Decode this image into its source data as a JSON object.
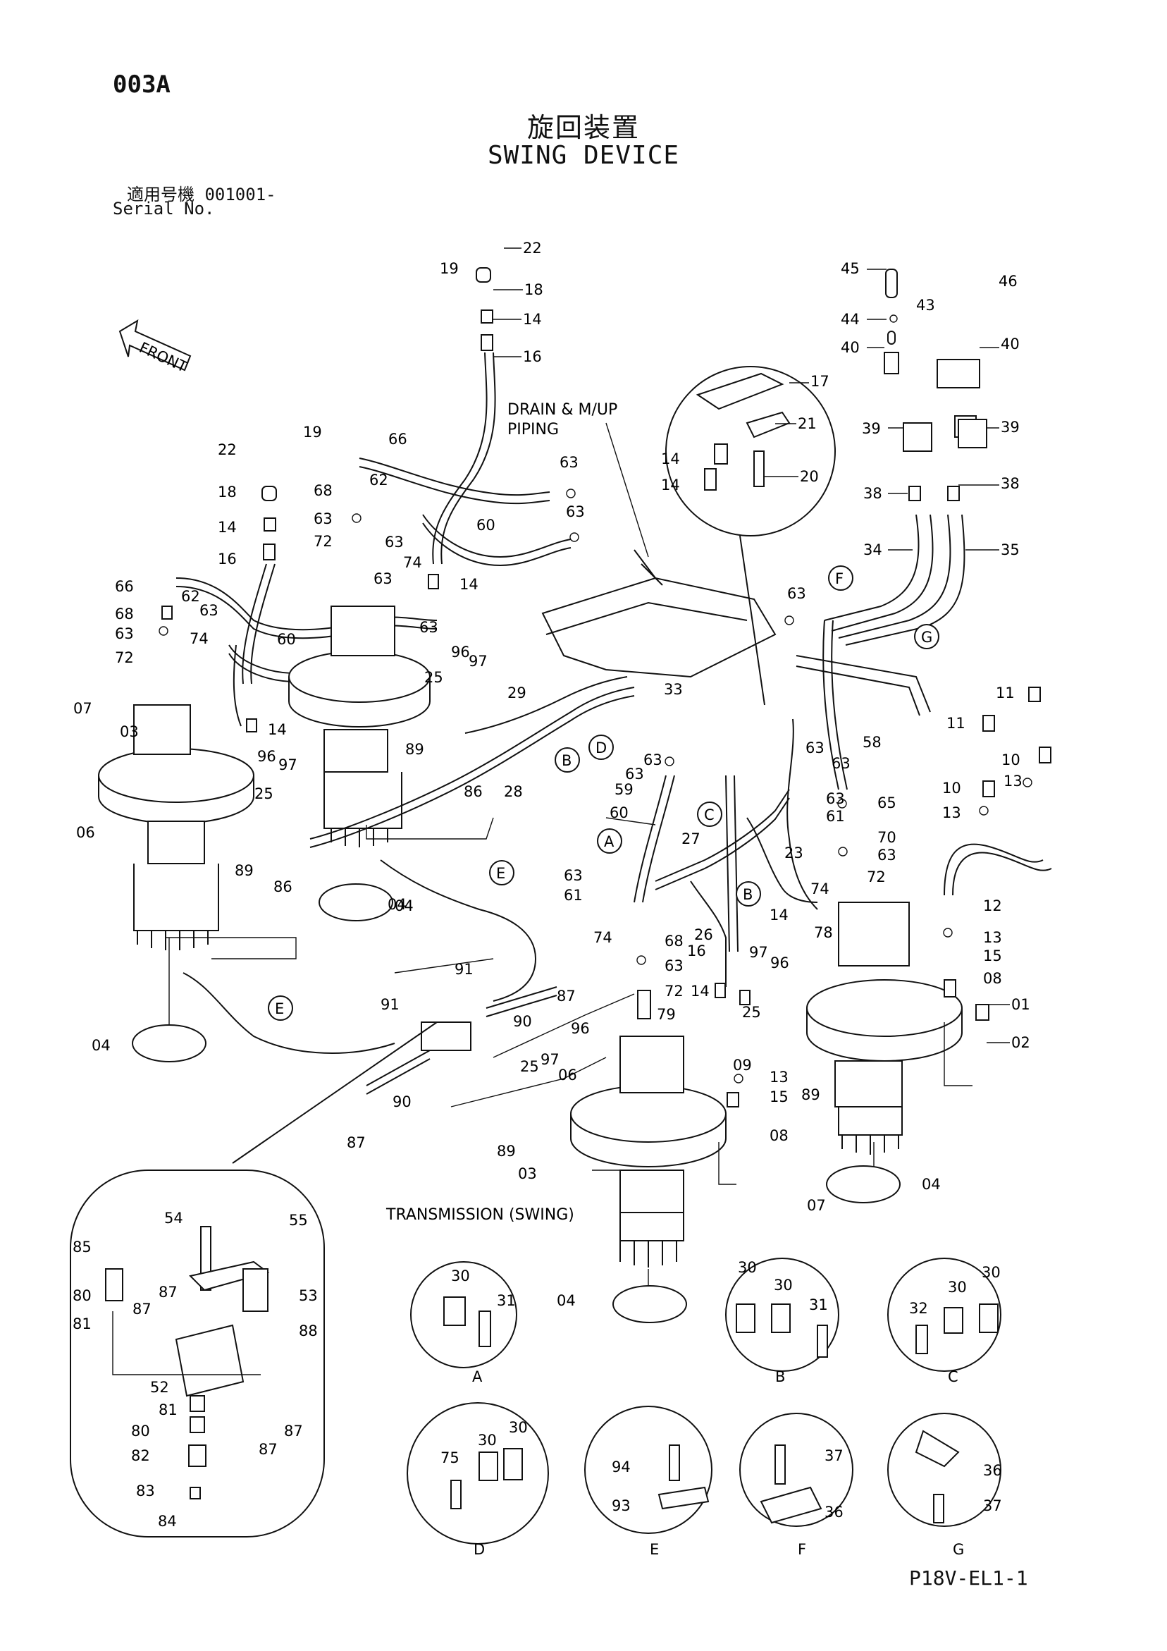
{
  "header": {
    "page_code": "003A",
    "title_jp": "旋回装置",
    "title_en": "SWING DEVICE",
    "serial_jp": "適用号機  001001-",
    "serial_en": "Serial No."
  },
  "notes": {
    "front": "FRONT",
    "drain_line1": "DRAIN & M/UP",
    "drain_line2": "PIPING",
    "transmission": "TRANSMISSION (SWING)"
  },
  "footer": {
    "doc_code": "P18V-EL1-1"
  },
  "part_labels": {
    "p01": "01",
    "p02": "02",
    "p03": "03",
    "p04": "04",
    "p06": "06",
    "p07": "07",
    "p08": "08",
    "p09": "09",
    "p10": "10",
    "p11": "11",
    "p12": "12",
    "p13": "13",
    "p14": "14",
    "p15": "15",
    "p16": "16",
    "p17": "17",
    "p18": "18",
    "p19": "19",
    "p20": "20",
    "p21": "21",
    "p22": "22",
    "p23": "23",
    "p25": "25",
    "p26": "26",
    "p27": "27",
    "p28": "28",
    "p29": "29",
    "p30": "30",
    "p31": "31",
    "p32": "32",
    "p33": "33",
    "p34": "34",
    "p35": "35",
    "p36": "36",
    "p37": "37",
    "p38": "38",
    "p39": "39",
    "p40": "40",
    "p43": "43",
    "p44": "44",
    "p45": "45",
    "p46": "46",
    "p52": "52",
    "p53": "53",
    "p54": "54",
    "p55": "55",
    "p58": "58",
    "p59": "59",
    "p60": "60",
    "p61": "61",
    "p62": "62",
    "p63": "63",
    "p65": "65",
    "p66": "66",
    "p68": "68",
    "p70": "70",
    "p72": "72",
    "p74": "74",
    "p75": "75",
    "p78": "78",
    "p79": "79",
    "p80": "80",
    "p81": "81",
    "p82": "82",
    "p83": "83",
    "p84": "84",
    "p85": "85",
    "p86": "86",
    "p87": "87",
    "p88": "88",
    "p89": "89",
    "p90": "90",
    "p91": "91",
    "p93": "93",
    "p94": "94",
    "p96": "96",
    "p97": "97"
  },
  "detail_letters": {
    "A": "A",
    "B": "B",
    "C": "C",
    "D": "D",
    "E": "E",
    "F": "F",
    "G": "G"
  }
}
